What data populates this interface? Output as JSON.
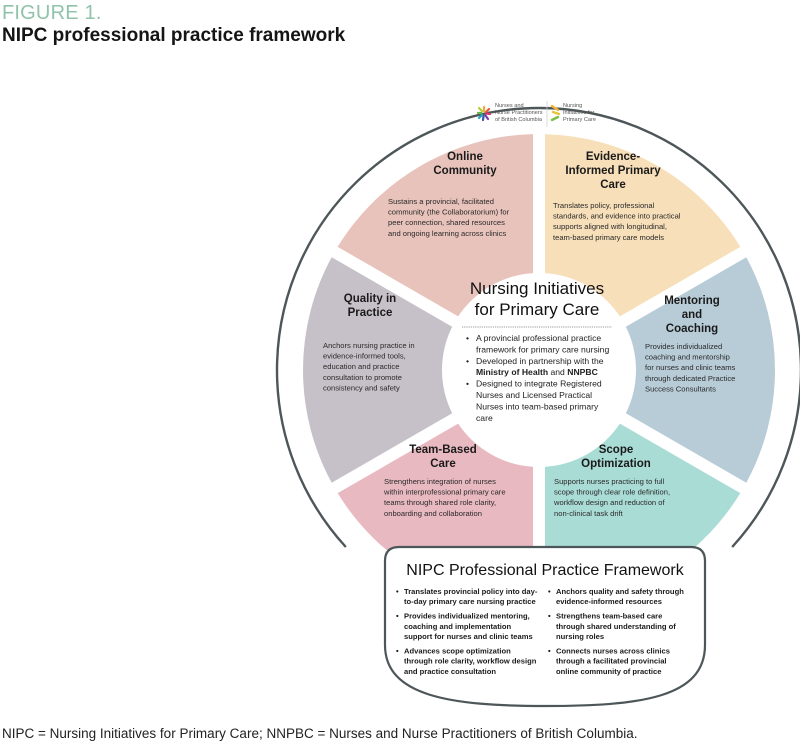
{
  "figure": {
    "label": "FIGURE 1.",
    "title": "NIPC professional practice framework",
    "footnote": "NIPC = Nursing Initiatives for Primary Care; NNPBC = Nurses and Nurse Practitioners of British Columbia."
  },
  "logos": {
    "left": [
      "Nurses and",
      "Nurse Practitioners",
      "of British Columbia"
    ],
    "right": [
      "Nursing",
      "Initiatives for",
      "Primary Care"
    ]
  },
  "center": {
    "title": [
      "Nursing Initiatives",
      "for Primary Care"
    ],
    "bullets": [
      {
        "lines": [
          [
            {
              "t": "A provincial professional practice",
              "b": false
            }
          ],
          [
            {
              "t": "framework for primary care nursing",
              "b": false
            }
          ]
        ]
      },
      {
        "lines": [
          [
            {
              "t": "Developed in partnership with the",
              "b": false
            }
          ],
          [
            {
              "t": "Ministry of Health",
              "b": true
            },
            {
              "t": " and ",
              "b": false
            },
            {
              "t": "NNPBC",
              "b": true
            }
          ]
        ]
      },
      {
        "lines": [
          [
            {
              "t": "Designed to integrate Registered",
              "b": false
            }
          ],
          [
            {
              "t": "Nurses and Licensed Practical",
              "b": false
            }
          ],
          [
            {
              "t": "Nurses into team-based primary",
              "b": false
            }
          ],
          [
            {
              "t": "care",
              "b": false
            }
          ]
        ]
      }
    ]
  },
  "segments": [
    {
      "id": "online-community",
      "color": "#e8c3bb",
      "title": [
        "Online",
        "Community"
      ],
      "desc": [
        "Sustains a provincial, facilitated",
        "community (the Collaboratorium) for",
        "peer connection, shared resources",
        "and ongoing learning across clinics"
      ]
    },
    {
      "id": "evidence-informed-primary-care",
      "color": "#f7dfb9",
      "title": [
        "Evidence-",
        "Informed Primary",
        "Care"
      ],
      "desc": [
        "Translates policy, professional",
        "standards, and evidence into practical",
        "supports aligned with longitudinal,",
        "team-based primary care models"
      ]
    },
    {
      "id": "mentoring-and-coaching",
      "color": "#b8ccd8",
      "title": [
        "Mentoring",
        "and",
        "Coaching"
      ],
      "desc": [
        "Provides individualized",
        "coaching and mentorship",
        "for nurses and clinic teams",
        "through dedicated Practice",
        "Success Consultants"
      ]
    },
    {
      "id": "scope-optimization",
      "color": "#aadcd6",
      "title": [
        "Scope",
        "Optimization"
      ],
      "desc": [
        "Supports nurses practicing to full",
        "scope through clear role definition,",
        "workflow design and reduction of",
        "non-clinical task drift"
      ]
    },
    {
      "id": "team-based-care",
      "color": "#e8b9c0",
      "title": [
        "Team-Based",
        "Care"
      ],
      "desc": [
        "Strengthens integration of nurses",
        "within interprofessional primary care",
        "teams through shared role clarity,",
        "onboarding and collaboration"
      ]
    },
    {
      "id": "quality-in-practice",
      "color": "#c6c0c8",
      "title": [
        "Quality in",
        "Practice"
      ],
      "desc": [
        "Anchors nursing practice in",
        "evidence-informed tools,",
        "education and practice",
        "consultation to promote",
        "consistency and safety"
      ]
    }
  ],
  "framework_box": {
    "title": "NIPC Professional Practice Framework",
    "left_bullets": [
      [
        "Translates provincial policy into day-",
        "to-day primary care nursing practice"
      ],
      [
        "Provides individualized mentoring,",
        "coaching and implementation",
        "support for nurses and clinic teams"
      ],
      [
        "Advances scope optimization",
        "through role clarity, workflow design",
        "and practice consultation"
      ]
    ],
    "right_bullets": [
      [
        "Anchors quality and safety through",
        "evidence-informed resources"
      ],
      [
        "Strengthens team-based care",
        "through shared understanding of",
        "nursing roles"
      ],
      [
        "Connects nurses across clinics",
        "through a facilitated provincial",
        "online community of practice"
      ]
    ]
  },
  "colors": {
    "figure_label": "#8fc3ab",
    "outline": "#4d5658"
  }
}
